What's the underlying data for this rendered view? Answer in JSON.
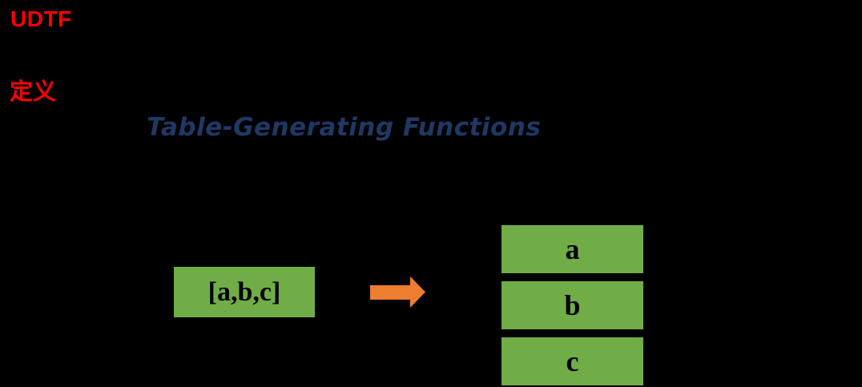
{
  "page": {
    "background": "#000000"
  },
  "header": {
    "title": "UDTF",
    "title_color": "#FF0000"
  },
  "section": {
    "label": "定义",
    "label_color": "#FF0000"
  },
  "subtitle": {
    "text": "Table-Generating Functions",
    "color": "#1F3864"
  },
  "diagram": {
    "input_box": {
      "label": "[a,b,c]",
      "fill": "#70AD47",
      "text_color": "#000000"
    },
    "arrow": {
      "direction": "right",
      "color": "#ED7D31"
    },
    "output_boxes": [
      {
        "label": "a"
      },
      {
        "label": "b"
      },
      {
        "label": "c"
      }
    ],
    "output_box_fill": "#70AD47"
  }
}
